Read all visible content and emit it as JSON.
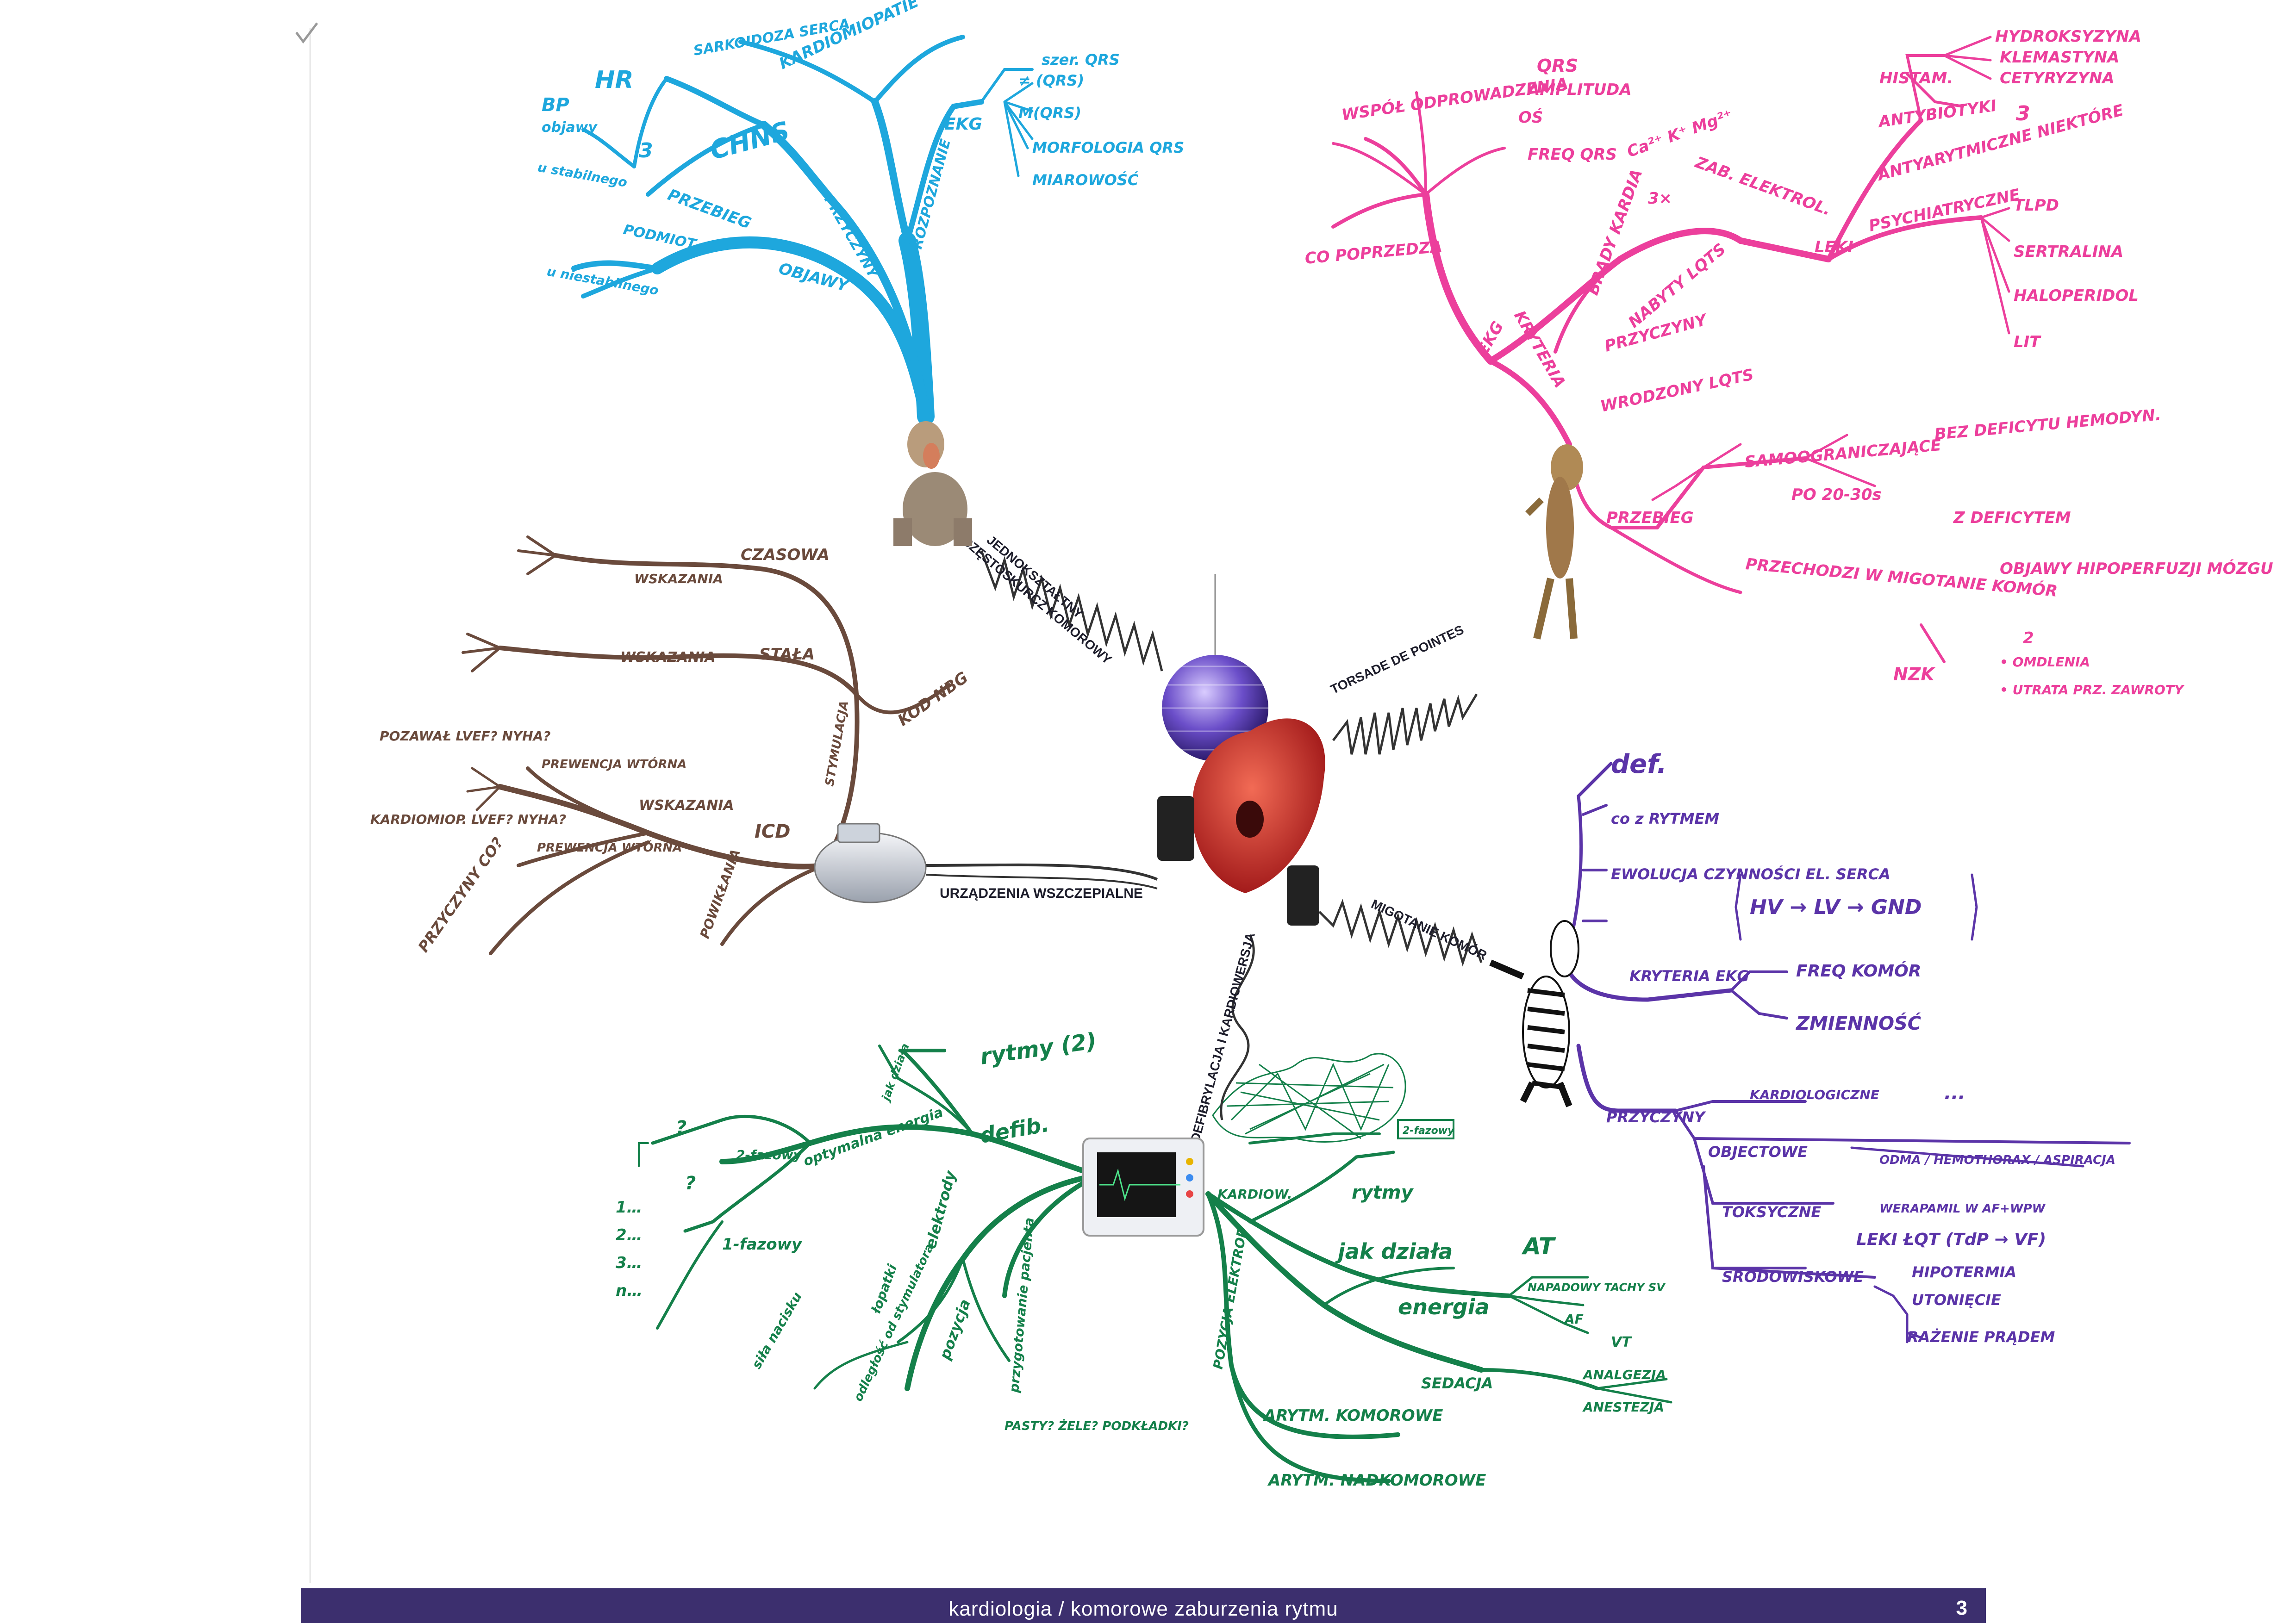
{
  "footer": {
    "subject": "kardiologia / komorowe zaburzenia rytmu",
    "page": "3"
  },
  "center_labels": {
    "vt": [
      "JEDNOKSZTAŁTNY",
      "CZĘSTOSKURCZ KOMOROWY"
    ],
    "tdp": "TORSADE DE POINTES",
    "devices": "URZĄDZENIA WSZCZEPIALNE",
    "vf": "MIGOTANIE KOMÓR",
    "defib": "DEFIBRYLACJA I KARDIOWERSJA"
  },
  "colors": {
    "blue": "#1ea7dd",
    "pink": "#ec3f9c",
    "brown": "#6a4a3c",
    "purple": "#5b34a8",
    "green": "#14804a",
    "label": "#1d1d2b"
  },
  "branches": {
    "blue": [
      "HR",
      "BP",
      "objawy",
      "3",
      "PRZEBIEG",
      "u stabilnego",
      "PODMIOT",
      "u niestabilnego",
      "OBJAWY",
      "CHNS",
      "SARKOIDOZA SERCA",
      "KARDIOMIOPATIE",
      "PRZYCZYNY",
      "ROZPOZNANIE",
      "EKG",
      "szer. QRS",
      "≠ (QRS)",
      "M(QRS)",
      "MORFOLOGIA QRS",
      "MIAROWOŚĆ"
    ],
    "pink": [
      "QRS",
      "AMPLITUDA",
      "OŚ",
      "FREQ QRS",
      "WSPÓŁ ODPROWADZENIA",
      "CO POPRZEDZA",
      "EKG",
      "KRYTERIA",
      "BRADY KARDIA",
      "ZAB. ELEKTROL.",
      "NABYTY LQTS",
      "Ca²⁺ K⁺ Mg²⁺",
      "3×",
      "WRODZONY LQTS",
      "PRZYCZYNY",
      "LEKI",
      "HISTAM.",
      "HYDROKSYZYNA",
      "KLEMASTYNA",
      "CETYRYZYNA",
      "ANTYBIOTYKI",
      "3",
      "ANTYARYTMICZNE NIEKTÓRE",
      "PSYCHIATRYCZNE",
      "TLPD",
      "SERTRALINA",
      "HALOPERIDOL",
      "LIT",
      "SAMOOGRANICZAJĄCE",
      "BEZ DEFICYTU HEMODYN.",
      "PO 20-30s",
      "PRZEBIEG",
      "Z DEFICYTEM",
      "OBJAWY HIPOPERFUZJI MÓZGU",
      "2",
      "• OMDLENIA",
      "• UTRATA PRZ. ZAWROTY",
      "PRZECHODZI W MIGOTANIE KOMÓR",
      "NZK"
    ],
    "brown": [
      "CZASOWA",
      "WSKAZANIA",
      "WSKAZANIA",
      "STAŁA",
      "STYMULACJA",
      "KOD NBG",
      "POZAWAŁ LVEF? NYHA?",
      "PREWENCJA WTÓRNA",
      "KARDIOMIOP. LVEF? NYHA?",
      "PREWENCJA WTÓRNA",
      "WSKAZANIA",
      "ICD",
      "POWIKŁANIA",
      "PRZYCZYNY CO?"
    ],
    "purple": [
      "def.",
      "co z RYTMEM",
      "EWOLUCJA CZYNNOŚCI EL. SERCA",
      "HV → LV → GND",
      "KRYTERIA EKG",
      "FREQ KOMÓR",
      "ZMIENNOŚĆ",
      "PRZYCZYNY",
      "KARDIOLOGICZNE",
      "...",
      "OBJECTOWE",
      "ODMA / HEMOTHORAX / ASPIRACJA",
      "TOKSYCZNE",
      "WERAPAMIL W AF+WPW",
      "LEKI ŁQT (TdP → VF)",
      "ŚRODOWISKOWE",
      "HIPOTERMIA",
      "UTONIĘCIE",
      "RAŻENIE PRĄDEM"
    ],
    "green": [
      "rytmy (2)",
      "jak działa",
      "defib.",
      "2-fazowy",
      "?",
      "?",
      "optymalna energia",
      "1…",
      "2…",
      "3…",
      "n…",
      "1-fazowy",
      "elektrody",
      "siła nacisku",
      "łopatki",
      "odległość od stymulatora",
      "pozycja",
      "przygotowanie pacjenta",
      "PASTY? ŻELE? PODKŁADKI?",
      "KARDIOW.",
      "2-fazowy",
      "rytmy",
      "jak działa",
      "energia",
      "AT",
      "NAPADOWY TACHY SV",
      "AF",
      "VT",
      "SEDACJA",
      "ANALGEZJA",
      "ANESTEZJA",
      "POZYCJA ELEKTROD",
      "ARYTM. KOMOROWE",
      "ARYTM. NADKOMOROWE"
    ]
  }
}
